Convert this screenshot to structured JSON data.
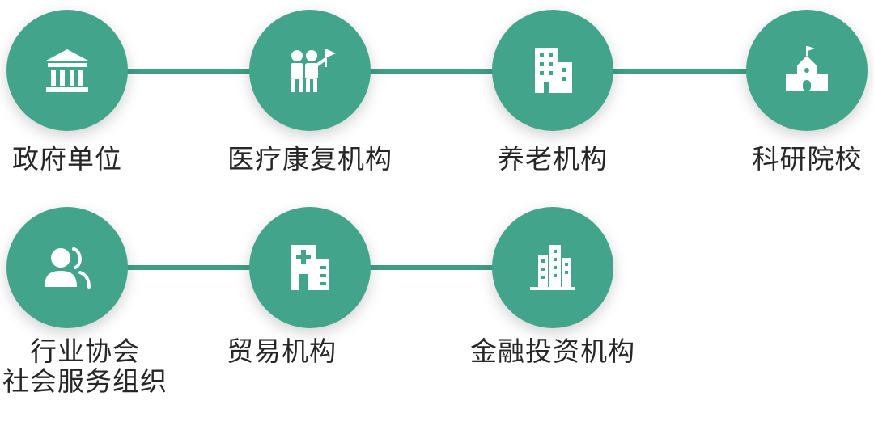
{
  "row1": [
    {
      "label": "政府单位",
      "icon": "government-building-icon"
    },
    {
      "label": "医疗康复机构",
      "icon": "people-flag-icon"
    },
    {
      "label": "养老机构",
      "icon": "office-building-icon"
    },
    {
      "label": "科研院校",
      "icon": "school-icon"
    }
  ],
  "row2": [
    {
      "label_line1": "行业协会",
      "label_line2": "社会服务组织",
      "icon": "users-icon"
    },
    {
      "label": "贸易机构",
      "icon": "hospital-building-icon"
    },
    {
      "label": "金融投资机构",
      "icon": "city-buildings-icon"
    }
  ],
  "colors": {
    "circle": "#42a58b",
    "connector": "#3f9f86",
    "icon": "#ffffff",
    "text": "#262626"
  }
}
